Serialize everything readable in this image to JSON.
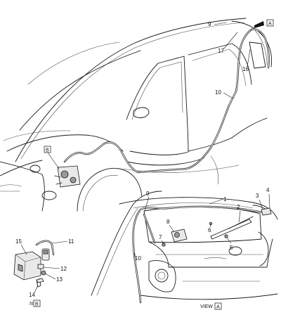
{
  "diagram": {
    "callouts": [
      "1",
      "2",
      "3",
      "4",
      "5",
      "6",
      "7",
      "8",
      "9",
      "10",
      "11",
      "12",
      "13",
      "14",
      "15",
      "16",
      "17"
    ],
    "view_labels": {
      "view_a_caption": "VIEW",
      "view_a_letter": "A",
      "view_b_letter": "B",
      "view_b_prefix": "N",
      "arrow_a_letter": "A"
    },
    "colors": {
      "line": "#1a1a1a",
      "thin_line": "#4a4a4a",
      "part_fill": "#e9e9e9",
      "arrow_fill": "#111111"
    }
  }
}
